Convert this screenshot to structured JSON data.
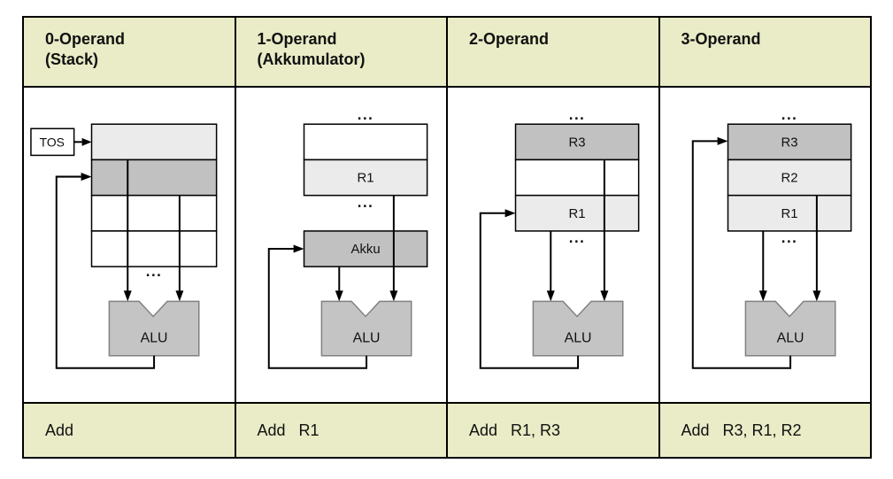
{
  "colors": {
    "header_bg": "#e9ecc6",
    "footer_bg": "#e9ecc6",
    "cell_white": "#ffffff",
    "cell_light": "#ebebeb",
    "cell_dark": "#c1c1c1",
    "alu_fill": "#c4c4c4",
    "alu_stroke": "#808080",
    "wire": "#000000"
  },
  "columns": [
    {
      "header_line1": "0-Operand",
      "header_line2": "(Stack)",
      "instruction": "Add",
      "diagram": {
        "tos": "TOS",
        "dots_bottom": "...",
        "alu": "ALU"
      }
    },
    {
      "header_line1": "1-Operand",
      "header_line2": "(Akkumulator)",
      "instruction": "Add   R1",
      "diagram": {
        "dots_top": "...",
        "r1": "R1",
        "dots_bottom": "...",
        "akku": "Akku",
        "alu": "ALU"
      }
    },
    {
      "header_line1": "2-Operand",
      "header_line2": "",
      "instruction": "Add   R1, R3",
      "diagram": {
        "dots_top": "...",
        "r3": "R3",
        "r1": "R1",
        "dots_bottom": "...",
        "alu": "ALU"
      }
    },
    {
      "header_line1": "3-Operand",
      "header_line2": "",
      "instruction": "Add   R3, R1, R2",
      "diagram": {
        "dots_top": "...",
        "r3": "R3",
        "r2": "R2",
        "r1": "R1",
        "dots_bottom": "...",
        "alu": "ALU"
      }
    }
  ]
}
